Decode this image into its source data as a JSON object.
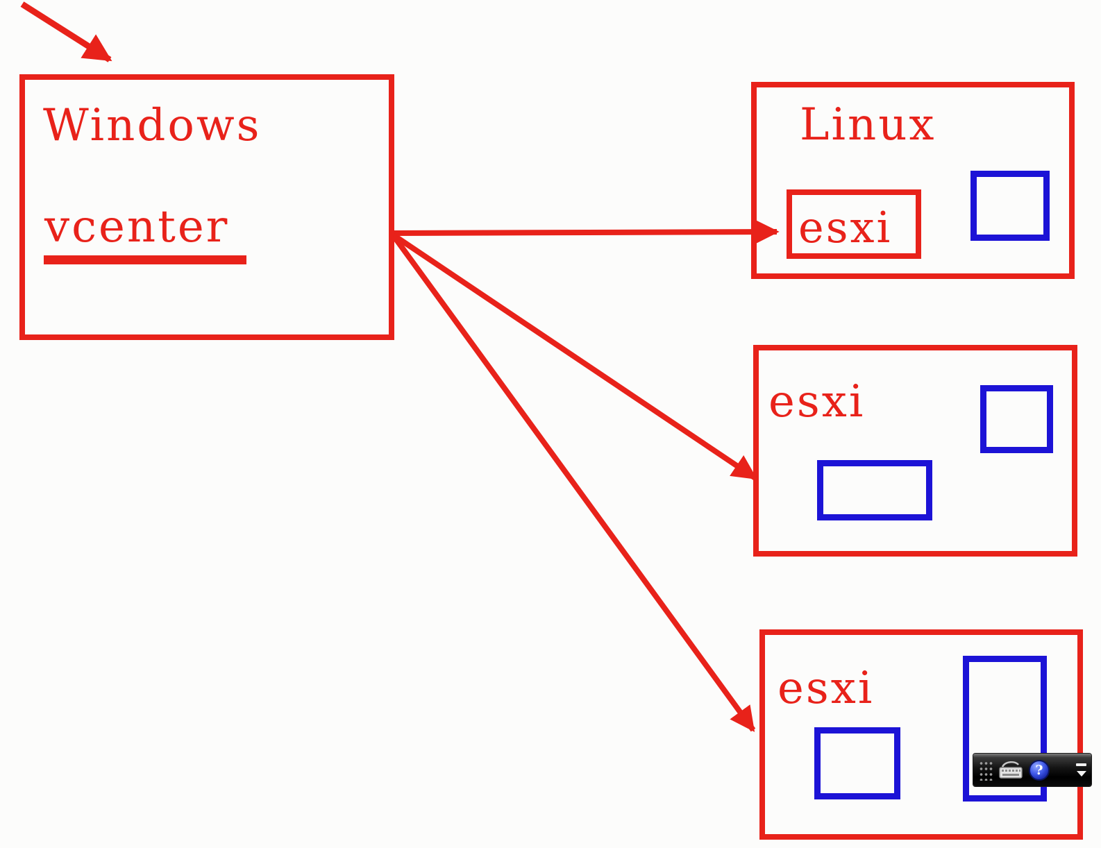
{
  "colors": {
    "red": "#e8221a",
    "blue": "#1c13d6"
  },
  "management_box": {
    "os_label": "Windows",
    "app_label": "vcenter"
  },
  "hosts": {
    "linux": {
      "title": "Linux",
      "nested_esxi_label": "esxi"
    },
    "esxi2": {
      "title": "esxi"
    },
    "esxi3": {
      "title": "esxi"
    }
  },
  "language_bar": {
    "icons": [
      "drag-handle-icon",
      "keyboard-icon",
      "help-icon",
      "minimize-icon",
      "dropdown-icon"
    ],
    "help_glyph": "?"
  }
}
